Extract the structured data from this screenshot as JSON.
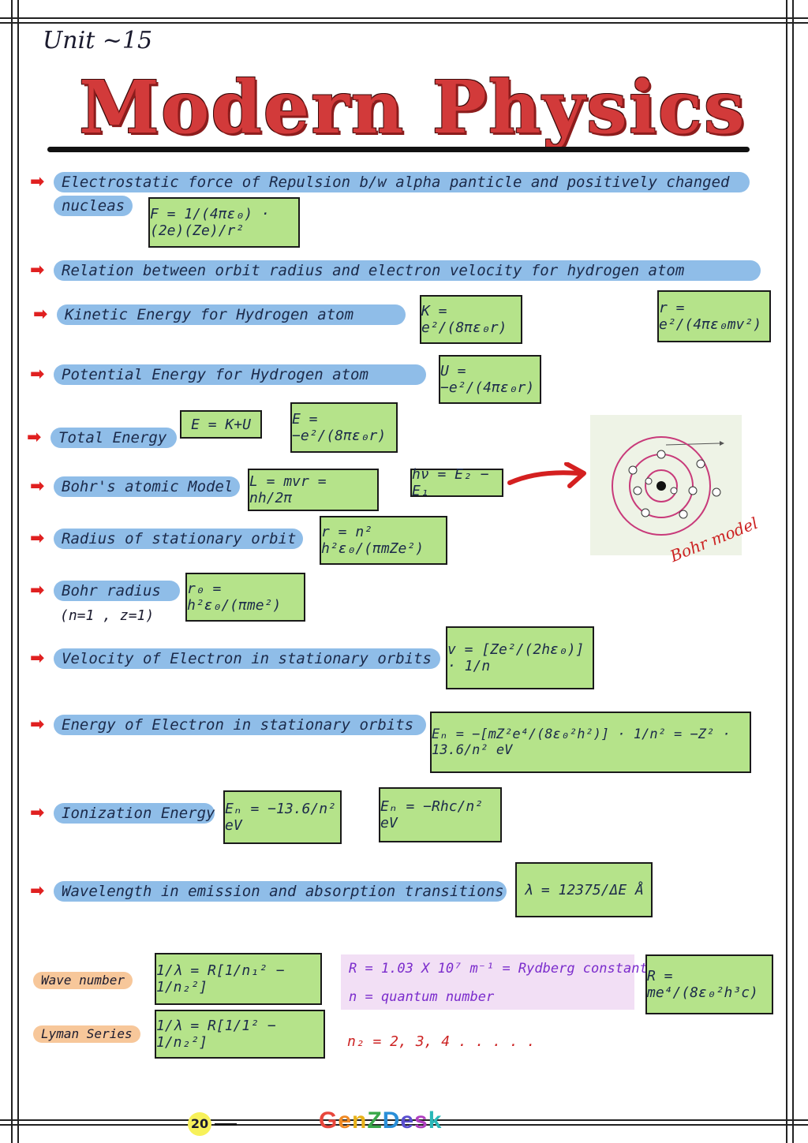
{
  "header": {
    "unit": "Unit ~15",
    "title": "Modern Physics"
  },
  "topics": {
    "t1": {
      "label_a": "Electrostatic force of Repulsion b/w alpha panticle and positively changed",
      "label_b": "nucleas"
    },
    "t2": {
      "label": "Relation between orbit radius and electron velocity for hydrogen atom"
    },
    "t3": {
      "label": "Kinetic Energy for Hydrogen atom"
    },
    "t4": {
      "label": "Potential Energy for Hydrogen atom"
    },
    "t5": {
      "label": "Total Energy"
    },
    "t6": {
      "label": "Bohr's atomic Model"
    },
    "t7": {
      "label": "Radius of stationary orbit"
    },
    "t8": {
      "label": "Bohr radius",
      "sub": "(n=1 , z=1)"
    },
    "t9": {
      "label": "Velocity of Electron in stationary orbits"
    },
    "t10": {
      "label": "Energy of Electron in stationary orbits"
    },
    "t11": {
      "label": "Ionization Energy"
    },
    "t12": {
      "label": "Wavelength in emission and absorption transitions"
    }
  },
  "formulas": {
    "coulomb": "F = 1/(4πε₀) · (2e)(Ze)/r²",
    "orbit_radius": "r = e²/(4πε₀mv²)",
    "kinetic": "K = e²/(8πε₀r)",
    "potential": "U = −e²/(4πε₀r)",
    "total_a": "E = K+U",
    "total_b": "E = −e²/(8πε₀r)",
    "angular": "L = mvr = nh/2π",
    "photon": "hν = E₂ − E₁",
    "stationary_radius": "r = n² h²ε₀/(πmZe²)",
    "bohr_radius": "r₀ = h²ε₀/(πme²)",
    "velocity": "v = [Ze²/(2hε₀)] · 1/n",
    "energy": "Eₙ = −[mZ²e⁴/(8ε₀²h²)] · 1/n² = −Z² · 13.6/n² eV",
    "ionization_a": "Eₙ = −13.6/n² eV",
    "ionization_b": "Eₙ = −Rhc/n² eV",
    "wavelength": "λ = 12375/ΔE Å",
    "wave_number": "1/λ = R[1/n₁² − 1/n₂²]",
    "lyman": "1/λ = R[1/1² − 1/n₂²]",
    "rydberg_formula": "R = me⁴/(8ε₀²h³c)"
  },
  "labels": {
    "wave_number": "Wave number",
    "lyman": "Lyman Series",
    "rydberg_note": "R = 1.03 X 10⁷ m⁻¹ = Rydberg constant",
    "n_note": "n = quantum number",
    "n2_values": "n₂ = 2, 3, 4 . . . . .",
    "bohr_model": "Bohr model"
  },
  "footer": {
    "page": "20",
    "brand": "GenZDesk"
  },
  "colors": {
    "title": "#d23a3a",
    "highlight": "#8fbde8",
    "box": "#b5e38a",
    "arrow": "#e02020",
    "note": "#7b2ccc"
  }
}
